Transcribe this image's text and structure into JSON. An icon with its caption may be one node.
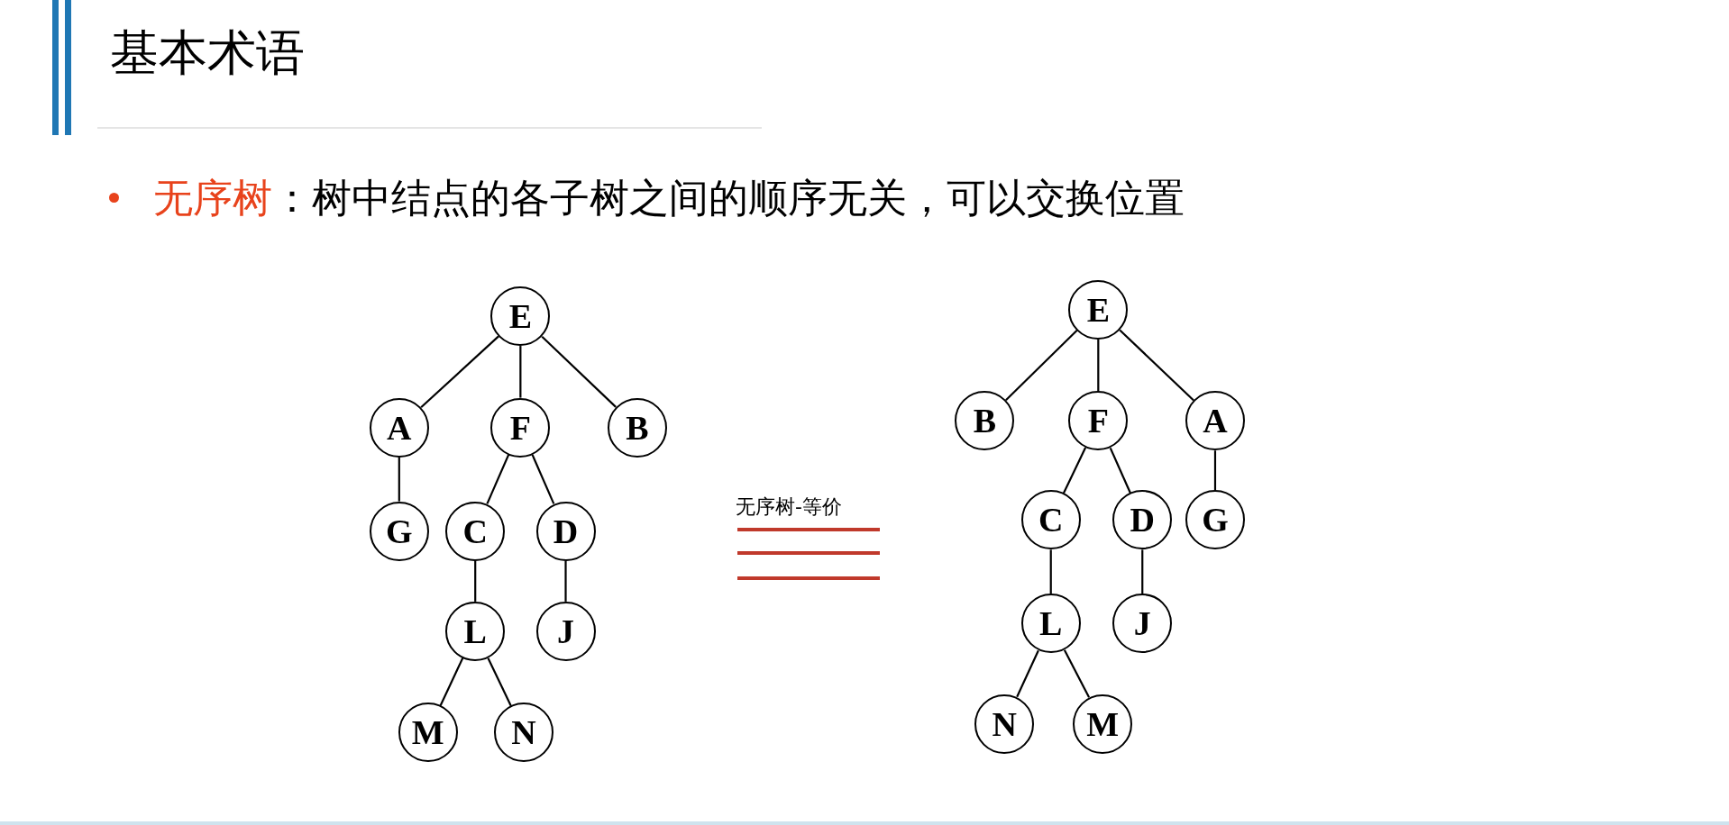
{
  "diagram": {
    "title": "基本术语",
    "nodes": [
      {
        "text": [
          "E"
        ]
      },
      {
        "text": [
          "A"
        ]
      },
      {
        "text": [
          "F"
        ]
      },
      {
        "text": [
          "B"
        ]
      },
      {
        "text": [
          "G"
        ]
      },
      {
        "text": [
          "C"
        ]
      },
      {
        "text": [
          "D"
        ]
      },
      {
        "text": [
          "L"
        ]
      },
      {
        "text": [
          "J"
        ]
      },
      {
        "text": [
          "M"
        ]
      },
      {
        "text": [
          "N"
        ]
      },
      {
        "text": [
          "E"
        ]
      },
      {
        "text": [
          "B"
        ]
      },
      {
        "text": [
          "F"
        ]
      },
      {
        "text": [
          "A"
        ]
      },
      {
        "text": [
          "C"
        ]
      },
      {
        "text": [
          "D"
        ]
      },
      {
        "text": [
          "G"
        ]
      },
      {
        "text": [
          "L"
        ]
      },
      {
        "text": [
          "J"
        ]
      },
      {
        "text": [
          "N"
        ]
      },
      {
        "text": [
          "M"
        ]
      }
    ],
    "edges": [
      {
        "from": 0,
        "to": 1,
        "arrow": "none"
      },
      {
        "from": 0,
        "to": 2,
        "arrow": "none"
      },
      {
        "from": 0,
        "to": 3,
        "arrow": "none"
      },
      {
        "from": 1,
        "to": 4,
        "arrow": "none"
      },
      {
        "from": 2,
        "to": 5,
        "arrow": "none"
      },
      {
        "from": 2,
        "to": 6,
        "arrow": "none"
      },
      {
        "from": 5,
        "to": 7,
        "arrow": "none"
      },
      {
        "from": 6,
        "to": 8,
        "arrow": "none"
      },
      {
        "from": 7,
        "to": 9,
        "arrow": "none"
      },
      {
        "from": 7,
        "to": 10,
        "arrow": "none"
      },
      {
        "from": 11,
        "to": 12,
        "arrow": "none"
      },
      {
        "from": 11,
        "to": 13,
        "arrow": "none"
      },
      {
        "from": 11,
        "to": 14,
        "arrow": "none"
      },
      {
        "from": 13,
        "to": 15,
        "arrow": "none"
      },
      {
        "from": 13,
        "to": 16,
        "arrow": "none"
      },
      {
        "from": 14,
        "to": 17,
        "arrow": "none"
      },
      {
        "from": 15,
        "to": 18,
        "arrow": "none"
      },
      {
        "from": 16,
        "to": 19,
        "arrow": "none"
      },
      {
        "from": 18,
        "to": 20,
        "arrow": "none"
      },
      {
        "from": 18,
        "to": 21,
        "arrow": "none"
      }
    ],
    "labels": [
      "无序树",
      "：树中结点的各子树之间的顺序无关，可以交换位置",
      "无序树-等价"
    ]
  }
}
